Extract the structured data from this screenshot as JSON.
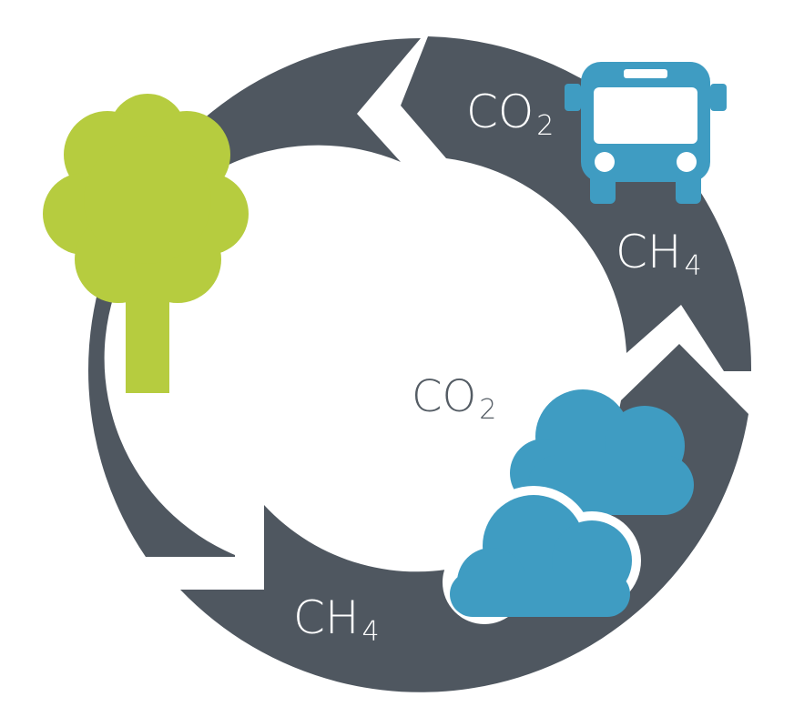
{
  "colors": {
    "ring": "#4f5760",
    "tree": "#b6cc3f",
    "bus": "#3f9cc2",
    "cloud": "#3f9cc2",
    "background": "#ffffff",
    "center_text": "#545c64"
  },
  "icons": {
    "tree": "tree-icon",
    "bus": "bus-icon",
    "cloud": "cloud-icon"
  },
  "labels": {
    "top_co2": {
      "main": "CO",
      "sub": "2"
    },
    "right_ch4": {
      "main": "CH",
      "sub": "4"
    },
    "center_co2": {
      "main": "CO",
      "sub": "2"
    },
    "bottom_ch4": {
      "main": "CH",
      "sub": "4"
    }
  }
}
